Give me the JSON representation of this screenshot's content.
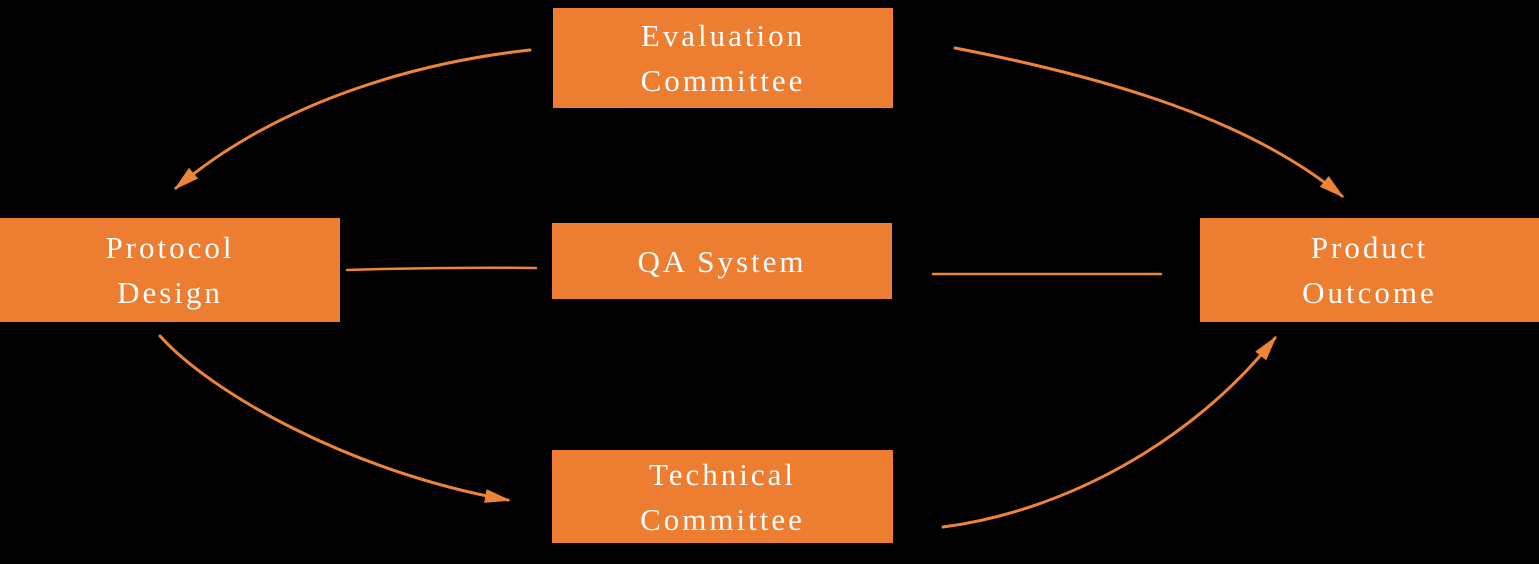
{
  "diagram": {
    "background_color": "#000000",
    "node_fill_color": "#ED7D31",
    "arrow_color": "#EE8438",
    "text_color": "#FFFFFF",
    "nodes": {
      "evaluation_committee": {
        "lines": [
          "Evaluation",
          "Committee"
        ]
      },
      "protocol_design": {
        "lines": [
          "Protocol",
          "Design"
        ]
      },
      "qa_system": {
        "lines": [
          "QA System"
        ]
      },
      "product_outcome": {
        "lines": [
          "Product",
          "Outcome"
        ]
      },
      "technical_committee": {
        "lines": [
          "Technical",
          "Committee"
        ]
      }
    },
    "edges": [
      {
        "from": "evaluation_committee",
        "to": "protocol_design",
        "style": "curved-arrow"
      },
      {
        "from": "evaluation_committee",
        "to": "product_outcome",
        "style": "curved-arrow"
      },
      {
        "from": "protocol_design",
        "to": "technical_committee",
        "style": "curved-arrow"
      },
      {
        "from": "technical_committee",
        "to": "product_outcome",
        "style": "curved-arrow"
      },
      {
        "from": "protocol_design",
        "to": "qa_system",
        "style": "plain-line"
      },
      {
        "from": "qa_system",
        "to": "product_outcome",
        "style": "plain-line"
      }
    ]
  }
}
